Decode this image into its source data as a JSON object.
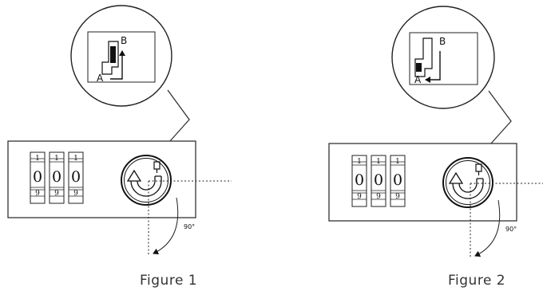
{
  "figures": [
    {
      "caption": "Figure 1",
      "inset": {
        "label_top": "B",
        "label_bottom": "A"
      },
      "dials": [
        {
          "top": "1",
          "middle": "0",
          "bottom": "9"
        },
        {
          "top": "1",
          "middle": "0",
          "bottom": "9"
        },
        {
          "top": "1",
          "middle": "0",
          "bottom": "9"
        }
      ],
      "angle_label": "90°"
    },
    {
      "caption": "Figure 2",
      "inset": {
        "label_top": "B",
        "label_bottom": "A"
      },
      "dials": [
        {
          "top": "1",
          "middle": "0",
          "bottom": "9"
        },
        {
          "top": "1",
          "middle": "0",
          "bottom": "9"
        },
        {
          "top": "1",
          "middle": "0",
          "bottom": "9"
        }
      ],
      "angle_label": "90°"
    }
  ]
}
